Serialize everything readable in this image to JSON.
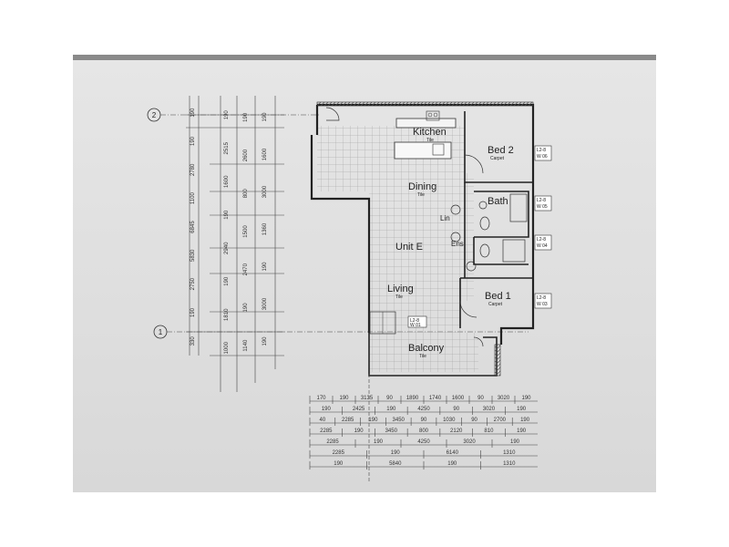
{
  "rooms": {
    "kitchen": {
      "label": "Kitchen",
      "finish": "Tile"
    },
    "bed2": {
      "label": "Bed 2",
      "finish": "Carpet"
    },
    "dining": {
      "label": "Dining",
      "finish": "Tile"
    },
    "bath": {
      "label": "Bath"
    },
    "unit": {
      "label": "Unit E"
    },
    "living": {
      "label": "Living",
      "finish": "Tile"
    },
    "bed1": {
      "label": "Bed 1",
      "finish": "Carpet"
    },
    "balcony": {
      "label": "Balcony",
      "finish": "Tile"
    },
    "lin": {
      "label": "Lin"
    },
    "ens": {
      "label": "Ens"
    }
  },
  "grid_markers": [
    "2",
    "1"
  ],
  "window_tags": [
    {
      "top": "L2-8",
      "bottom": "W 06"
    },
    {
      "top": "L2-8",
      "bottom": "W 05"
    },
    {
      "top": "L2-8",
      "bottom": "W 04"
    },
    {
      "top": "L2-8",
      "bottom": "W 03"
    }
  ],
  "door_tag": {
    "top": "L2-8",
    "bottom": "W 01"
  },
  "vertical_dims": {
    "col1": [
      "190",
      "190",
      "2780",
      "1100",
      "6845",
      "5830",
      "2750",
      "190",
      "330"
    ],
    "col2": [
      "190",
      "2515",
      "1600",
      "190",
      "2940",
      "190",
      "1810",
      "1000"
    ],
    "col3": [
      "190",
      "2600",
      "800",
      "1500",
      "2470",
      "190",
      "1140"
    ],
    "col4": [
      "190",
      "1600",
      "3000",
      "1360",
      "190",
      "3000",
      "190"
    ]
  },
  "horizontal_dims": [
    [
      "170",
      "190",
      "3135",
      "90",
      "1890",
      "1740",
      "1600",
      "90",
      "3020",
      "190"
    ],
    [
      "190",
      "2425",
      "190",
      "4250",
      "90",
      "3020",
      "190"
    ],
    [
      "40",
      "2285",
      "190",
      "3450",
      "90",
      "1030",
      "90",
      "2700",
      "190"
    ],
    [
      "2285",
      "190",
      "3450",
      "800",
      "2120",
      "810",
      "190"
    ],
    [
      "2285",
      "190",
      "4250",
      "3020",
      "190"
    ],
    [
      "2285",
      "190",
      "6140",
      "1310"
    ],
    [
      "190",
      "5840",
      "190",
      "1310"
    ]
  ]
}
